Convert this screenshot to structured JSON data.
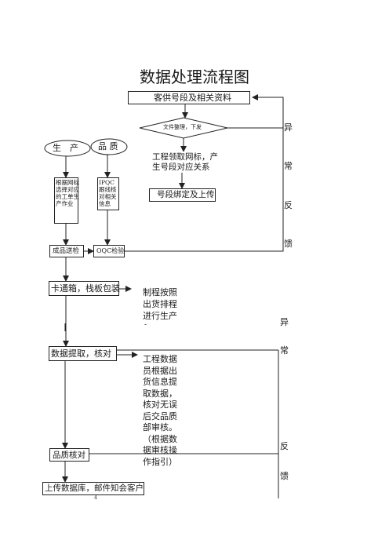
{
  "title": "数据处理流程图",
  "nodes": {
    "customer_info": "客供号段及相关资料",
    "doc_organize": "文件整理，下发",
    "production": "生　产",
    "quality": "品 质",
    "eng_receive": "工程领取网标，产生号段对应关系",
    "select_tag": "根据网标选择对应的工单生产作业",
    "ipqc": "IPQC跟线核对相关信息",
    "bind_upload": "号段绑定及上传",
    "finished_inspect": "成品送检",
    "oqc": "OQC检验",
    "carton_pack": "卡通箱，栈板包装",
    "data_extract": "数据提取，核对",
    "quality_check": "品质核对",
    "upload_db": "上传数据库，邮件知会客户"
  },
  "notes": {
    "plan_note": "制程按照出货排程进行生产",
    "eng_note": "工程数据员根据出货信息提取数据，核对无误后交品质部审核。（根据数据审核操作指引）"
  },
  "feedback_1": [
    "异",
    "常",
    "反",
    "馈"
  ],
  "feedback_2": [
    "异",
    "常",
    "反",
    "馈"
  ],
  "stray_marks": {
    "dash": "-",
    "tick": "4"
  }
}
